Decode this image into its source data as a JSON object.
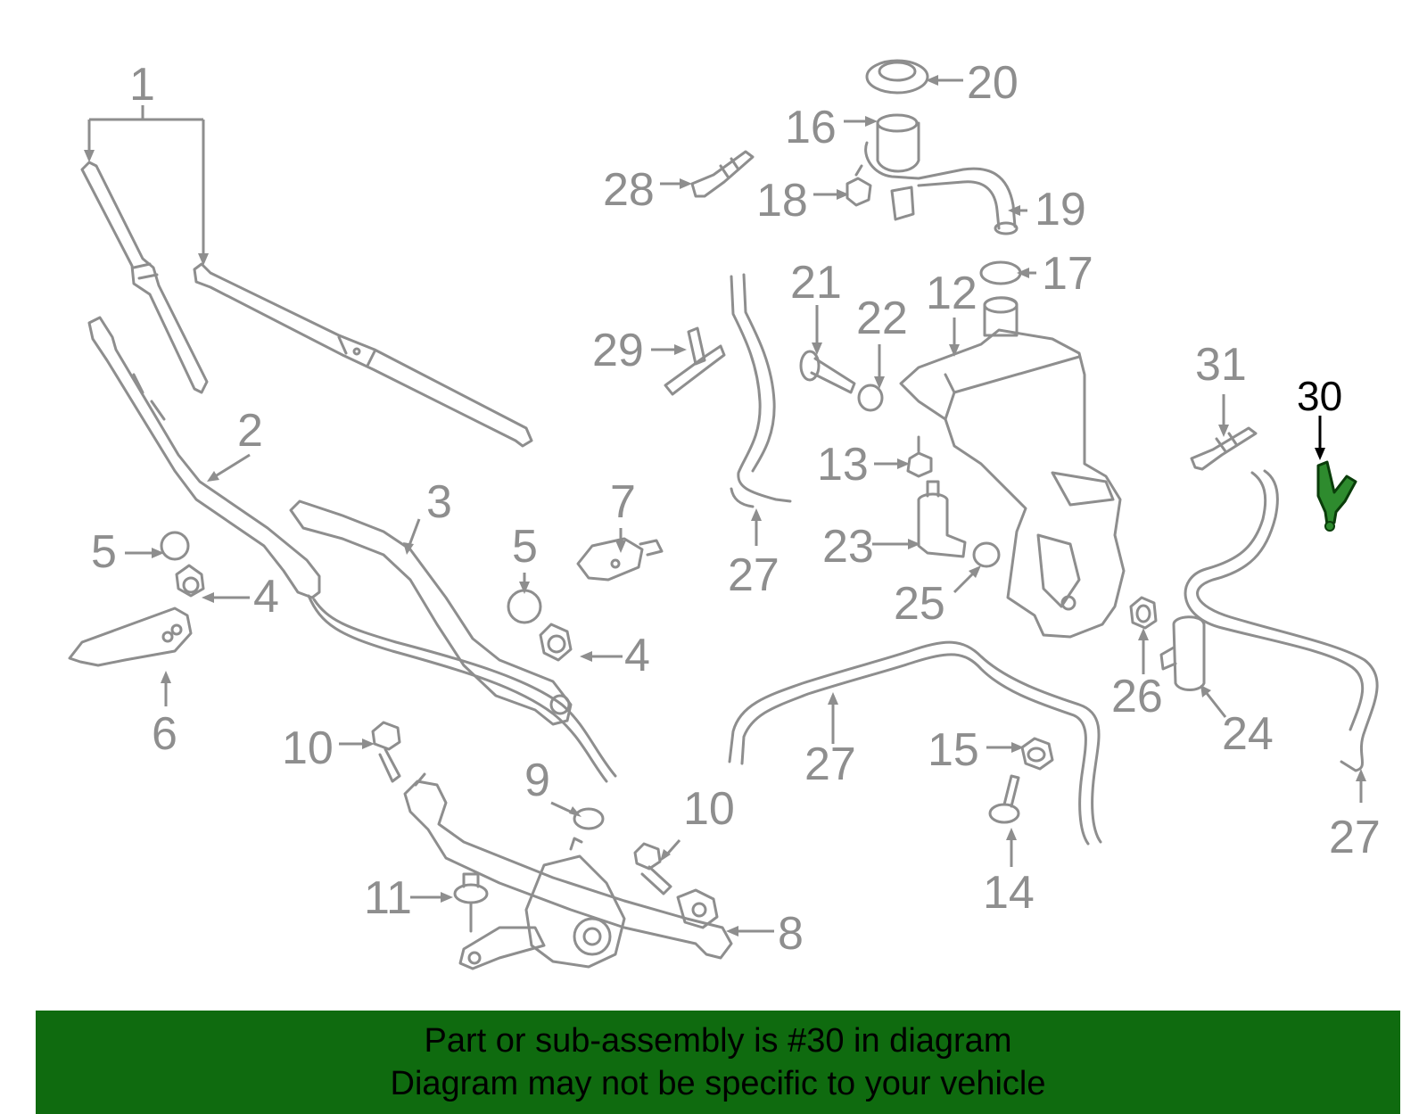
{
  "highlight_color": "#2e8b2e",
  "banner_color": "#0f6b0f",
  "part_color": "#8e8e8e",
  "callouts": [
    {
      "id": "c1",
      "text": "1"
    },
    {
      "id": "c2",
      "text": "2"
    },
    {
      "id": "c3",
      "text": "3"
    },
    {
      "id": "c4a",
      "text": "4"
    },
    {
      "id": "c4b",
      "text": "4"
    },
    {
      "id": "c5a",
      "text": "5"
    },
    {
      "id": "c5b",
      "text": "5"
    },
    {
      "id": "c6",
      "text": "6"
    },
    {
      "id": "c7",
      "text": "7"
    },
    {
      "id": "c8",
      "text": "8"
    },
    {
      "id": "c9",
      "text": "9"
    },
    {
      "id": "c10a",
      "text": "10"
    },
    {
      "id": "c10b",
      "text": "10"
    },
    {
      "id": "c11",
      "text": "11"
    },
    {
      "id": "c12",
      "text": "12"
    },
    {
      "id": "c13",
      "text": "13"
    },
    {
      "id": "c14",
      "text": "14"
    },
    {
      "id": "c15",
      "text": "15"
    },
    {
      "id": "c16",
      "text": "16"
    },
    {
      "id": "c17",
      "text": "17"
    },
    {
      "id": "c18",
      "text": "18"
    },
    {
      "id": "c19",
      "text": "19"
    },
    {
      "id": "c20",
      "text": "20"
    },
    {
      "id": "c21",
      "text": "21"
    },
    {
      "id": "c22",
      "text": "22"
    },
    {
      "id": "c23",
      "text": "23"
    },
    {
      "id": "c24",
      "text": "24"
    },
    {
      "id": "c25",
      "text": "25"
    },
    {
      "id": "c26",
      "text": "26"
    },
    {
      "id": "c27a",
      "text": "27"
    },
    {
      "id": "c27b",
      "text": "27"
    },
    {
      "id": "c27c",
      "text": "27"
    },
    {
      "id": "c28",
      "text": "28"
    },
    {
      "id": "c29",
      "text": "29"
    },
    {
      "id": "c30",
      "text": "30"
    },
    {
      "id": "c31",
      "text": "31"
    }
  ],
  "banner": {
    "line1": "Part or sub-assembly is #30 in diagram",
    "line2": "Diagram may not be specific to your vehicle"
  }
}
